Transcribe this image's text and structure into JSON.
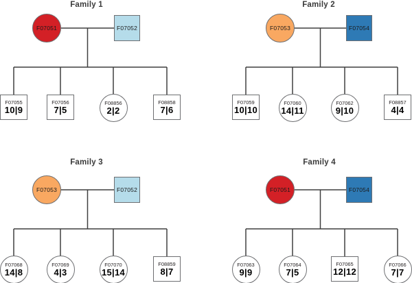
{
  "figure": {
    "type": "pedigree-diagram",
    "family_count": 4
  },
  "colors": {
    "red": "#d32026",
    "orange": "#f9a861",
    "light_blue": "#b5dcea",
    "dark_blue": "#2e7ab5",
    "line": "#3f3f3f",
    "child_fill": "#ffffff",
    "node_border": "#6d6e71",
    "text": "#231f20"
  },
  "families": [
    {
      "title": "Family 1",
      "mother": {
        "id": "F07051",
        "shape": "circle",
        "color": "#d32026"
      },
      "father": {
        "id": "F07052",
        "shape": "square",
        "color": "#b5dcea"
      },
      "children": [
        {
          "id": "F07055",
          "shape": "square",
          "values": "10|9"
        },
        {
          "id": "F07056",
          "shape": "square",
          "values": "7|5"
        },
        {
          "id": "F08856",
          "shape": "circle",
          "values": "2|2"
        },
        {
          "id": "F08858",
          "shape": "square",
          "values": "7|6"
        }
      ]
    },
    {
      "title": "Family 2",
      "mother": {
        "id": "F07053",
        "shape": "circle",
        "color": "#f9a861"
      },
      "father": {
        "id": "F07054",
        "shape": "square",
        "color": "#2e7ab5"
      },
      "children": [
        {
          "id": "F07059",
          "shape": "square",
          "values": "10|10"
        },
        {
          "id": "F07060",
          "shape": "circle",
          "values": "14|11"
        },
        {
          "id": "F07062",
          "shape": "circle",
          "values": "9|10"
        },
        {
          "id": "F08857",
          "shape": "square",
          "values": "4|4"
        }
      ]
    },
    {
      "title": "Family 3",
      "mother": {
        "id": "F07053",
        "shape": "circle",
        "color": "#f9a861"
      },
      "father": {
        "id": "F07052",
        "shape": "square",
        "color": "#b5dcea"
      },
      "children": [
        {
          "id": "F07068",
          "shape": "circle",
          "values": "14|8"
        },
        {
          "id": "F07069",
          "shape": "circle",
          "values": "4|3"
        },
        {
          "id": "F07070",
          "shape": "circle",
          "values": "15|14"
        },
        {
          "id": "F08859",
          "shape": "square",
          "values": "8|7"
        }
      ]
    },
    {
      "title": "Family 4",
      "mother": {
        "id": "F07051",
        "shape": "circle",
        "color": "#d32026"
      },
      "father": {
        "id": "F07054",
        "shape": "square",
        "color": "#2e7ab5"
      },
      "children": [
        {
          "id": "F07063",
          "shape": "circle",
          "values": "9|9"
        },
        {
          "id": "F07064",
          "shape": "circle",
          "values": "7|5"
        },
        {
          "id": "F07065",
          "shape": "square",
          "values": "12|12"
        },
        {
          "id": "F07066",
          "shape": "circle",
          "values": "7|7"
        }
      ]
    }
  ]
}
